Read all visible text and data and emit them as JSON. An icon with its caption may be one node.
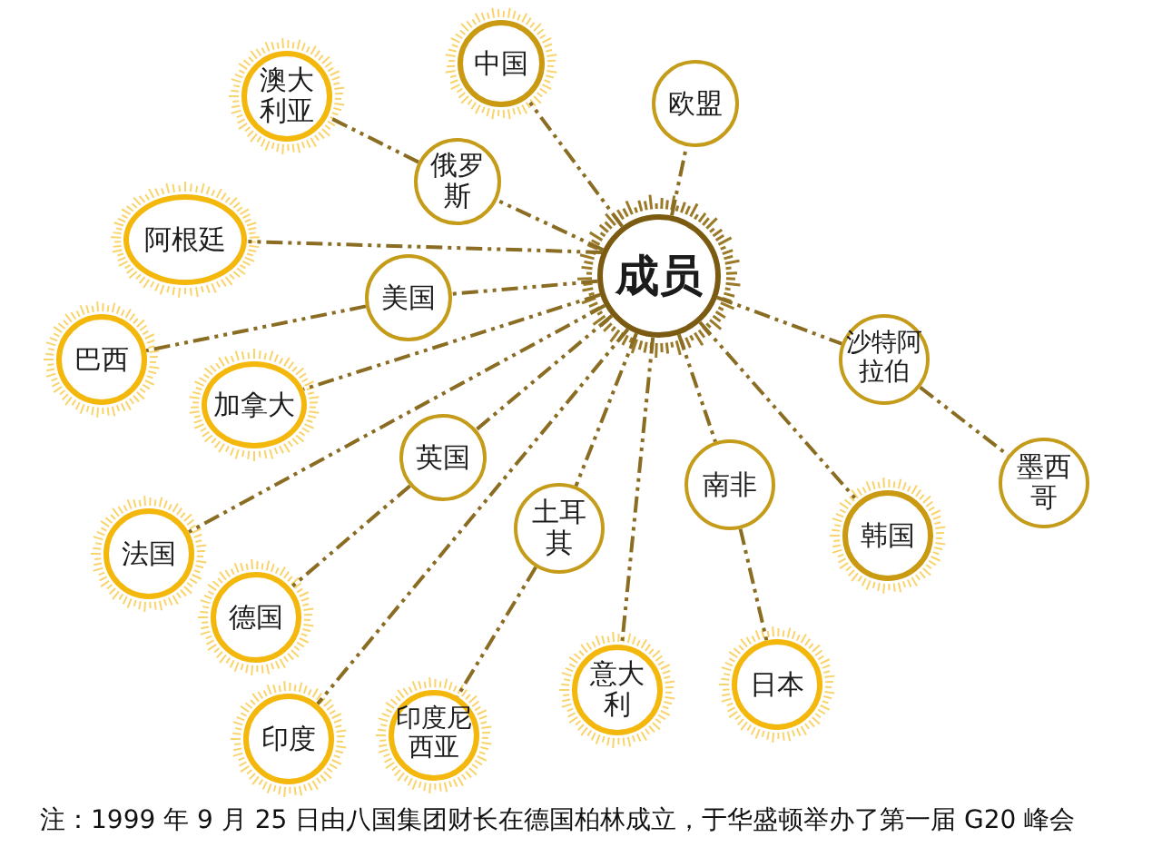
{
  "diagram": {
    "caption": "注：1999 年 9 月 25 日由八国集团财长在德国柏林成立，于华盛顿举办了第一届 G20 峰会",
    "nodes": [
      {
        "text": [
          "成员"
        ]
      },
      {
        "text": [
          "中国"
        ]
      },
      {
        "text": [
          "欧盟"
        ]
      },
      {
        "text": [
          "澳大利亚"
        ]
      },
      {
        "text": [
          "俄罗斯"
        ]
      },
      {
        "text": [
          "阿根廷"
        ]
      },
      {
        "text": [
          "美国"
        ]
      },
      {
        "text": [
          "巴西"
        ]
      },
      {
        "text": [
          "沙特阿拉伯"
        ]
      },
      {
        "text": [
          "加拿大"
        ]
      },
      {
        "text": [
          "英国"
        ]
      },
      {
        "text": [
          "墨西哥"
        ]
      },
      {
        "text": [
          "南非"
        ]
      },
      {
        "text": [
          "土耳其"
        ]
      },
      {
        "text": [
          "韩国"
        ]
      },
      {
        "text": [
          "法国"
        ]
      },
      {
        "text": [
          "德国"
        ]
      },
      {
        "text": [
          "日本"
        ]
      },
      {
        "text": [
          "意大利"
        ]
      },
      {
        "text": [
          "印度"
        ]
      },
      {
        "text": [
          "印度尼西亚"
        ]
      }
    ],
    "edges": [
      {
        "from": 0,
        "to": 1,
        "arrow": "none"
      },
      {
        "from": 0,
        "to": 2,
        "arrow": "none"
      },
      {
        "from": 0,
        "to": 4,
        "arrow": "none"
      },
      {
        "from": 4,
        "to": 3,
        "arrow": "none"
      },
      {
        "from": 0,
        "to": 5,
        "arrow": "none"
      },
      {
        "from": 0,
        "to": 6,
        "arrow": "none"
      },
      {
        "from": 6,
        "to": 7,
        "arrow": "none"
      },
      {
        "from": 0,
        "to": 9,
        "arrow": "none"
      },
      {
        "from": 0,
        "to": 10,
        "arrow": "none"
      },
      {
        "from": 10,
        "to": 16,
        "arrow": "none"
      },
      {
        "from": 0,
        "to": 15,
        "arrow": "none"
      },
      {
        "from": 0,
        "to": 19,
        "arrow": "none"
      },
      {
        "from": 0,
        "to": 13,
        "arrow": "none"
      },
      {
        "from": 13,
        "to": 20,
        "arrow": "none"
      },
      {
        "from": 0,
        "to": 18,
        "arrow": "none"
      },
      {
        "from": 0,
        "to": 12,
        "arrow": "none"
      },
      {
        "from": 12,
        "to": 17,
        "arrow": "none"
      },
      {
        "from": 0,
        "to": 14,
        "arrow": "none"
      },
      {
        "from": 0,
        "to": 8,
        "arrow": "none"
      },
      {
        "from": 8,
        "to": 11,
        "arrow": "none"
      }
    ]
  }
}
